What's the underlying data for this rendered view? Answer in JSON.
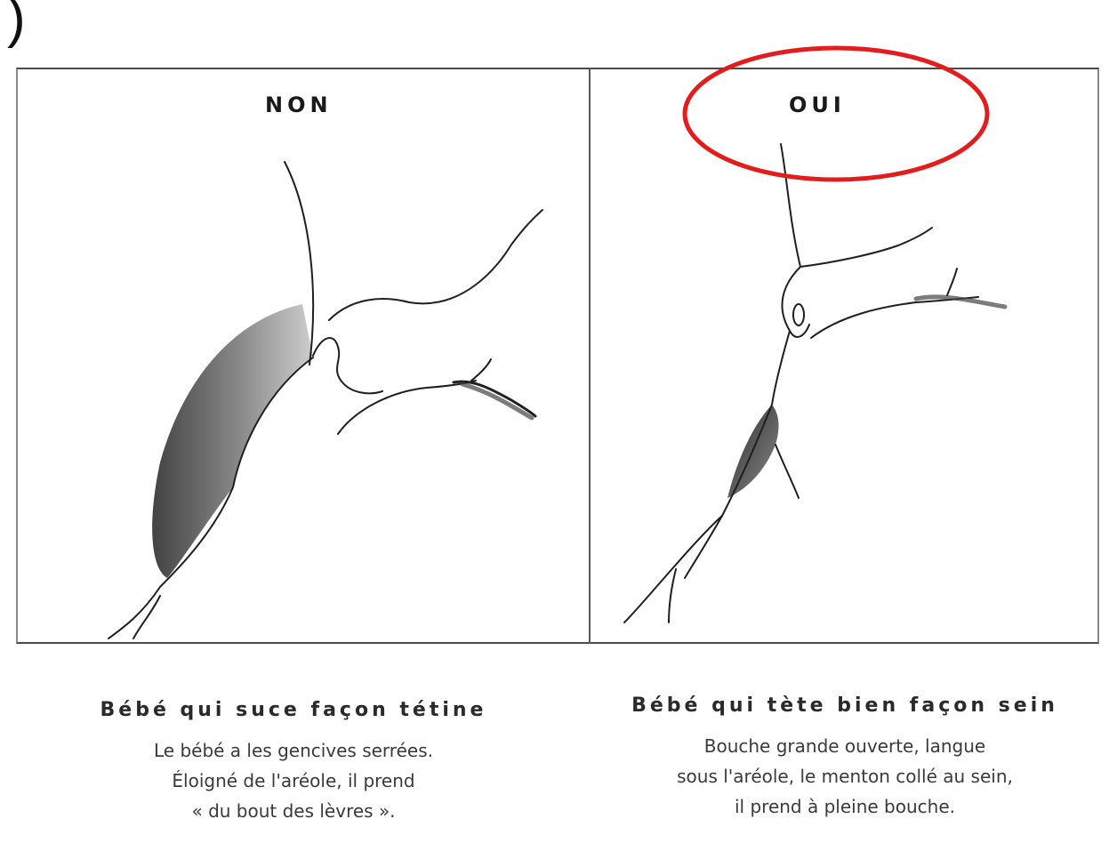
{
  "corner_glyph": ")",
  "panels": {
    "left": {
      "heading": "NON",
      "caption_title": "Bébé qui suce façon tétine",
      "caption_lines": [
        "Le bébé a les gencives serrées.",
        "Éloigné de l'aréole, il prend",
        "« du bout des lèvres »."
      ]
    },
    "right": {
      "heading": "OUI",
      "caption_title": "Bébé qui tète bien façon sein",
      "caption_lines": [
        "Bouche grande ouverte, langue",
        "sous l'aréole, le menton collé au sein,",
        "il prend à pleine bouche."
      ]
    }
  },
  "colors": {
    "highlight_circle": "#e31d1d",
    "line_art": "#1f1f1f",
    "shading_dark": "#3a3a3a",
    "shading_light": "#9a9a9a"
  },
  "icons": {
    "highlight": "red-ellipse-highlight"
  }
}
